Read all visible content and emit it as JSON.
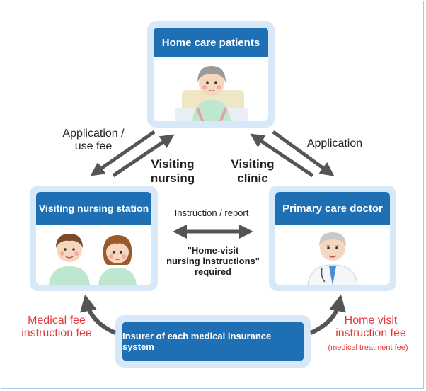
{
  "nodes": {
    "patients": {
      "title": "Home care patients"
    },
    "station": {
      "title": "Visiting nursing station"
    },
    "doctor": {
      "title": "Primary care doctor"
    },
    "insurer": {
      "title": "Insurer of each medical insurance system"
    }
  },
  "edges": {
    "application_use_fee": "Application /\nuse fee",
    "visiting_nursing": "Visiting\nnursing",
    "visiting_clinic": "Visiting\nclinic",
    "application": "Application",
    "instruction_report": "Instruction / report",
    "requirement": "\"Home-visit\nnursing instructions\"\nrequired",
    "medical_fee": "Medical fee\ninstruction fee",
    "home_visit_fee": "Home visit\ninstruction fee",
    "home_visit_fee_note": "(medical treatment fee)"
  },
  "colors": {
    "header_blue": "#1f6fb4",
    "card_border": "#d7e9f8",
    "arrow_gray": "#555555",
    "fee_red": "#e03a3a"
  },
  "icons": {
    "patient": "elderly-patient-in-bed-illustration",
    "nurses": "male-and-female-nurses-illustration",
    "doctor": "elderly-doctor-illustration"
  }
}
